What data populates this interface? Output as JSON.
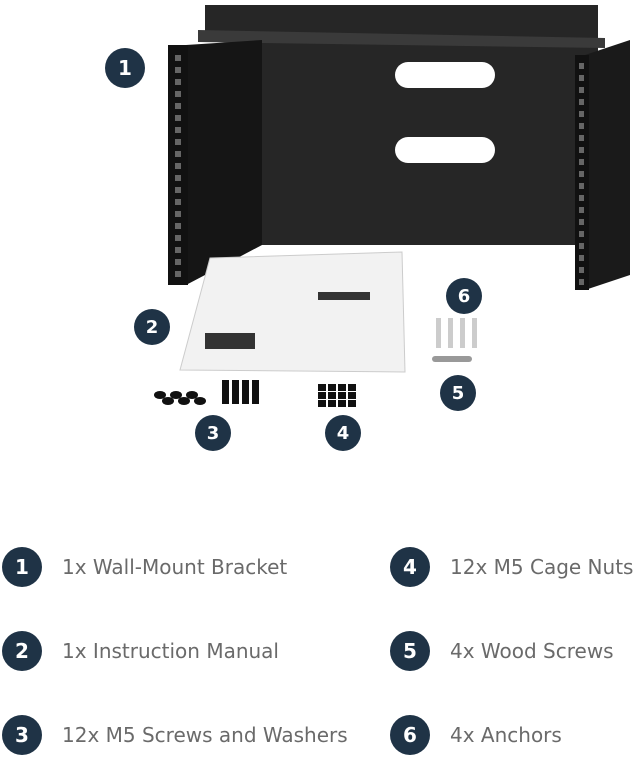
{
  "colors": {
    "badge": "#1f3346",
    "text": "#6a6a6a",
    "metal": "#1c1c1c"
  },
  "callouts": [
    {
      "num": "1"
    },
    {
      "num": "2"
    },
    {
      "num": "3"
    },
    {
      "num": "4"
    },
    {
      "num": "5"
    },
    {
      "num": "6"
    }
  ],
  "items": [
    {
      "num": "1",
      "label": "1x Wall-Mount Bracket"
    },
    {
      "num": "2",
      "label": "1x Instruction Manual"
    },
    {
      "num": "3",
      "label": "12x M5 Screws and Washers"
    },
    {
      "num": "4",
      "label": "12x M5 Cage Nuts"
    },
    {
      "num": "5",
      "label": "4x Wood Screws"
    },
    {
      "num": "6",
      "label": "4x Anchors"
    }
  ]
}
